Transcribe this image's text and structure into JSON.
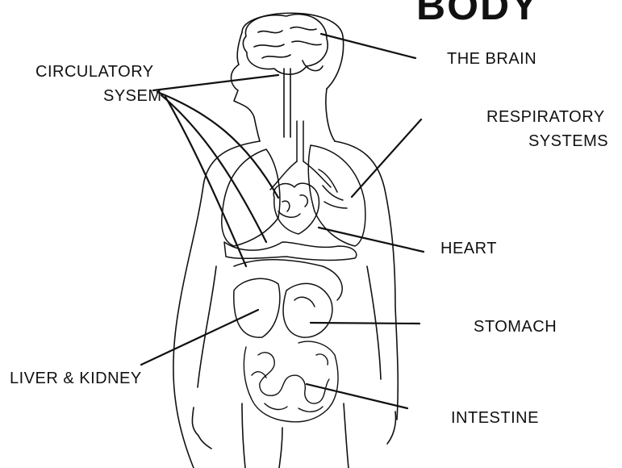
{
  "title": "BODY",
  "labels": {
    "circulatory_line1": "CIRCULATORY",
    "circulatory_line2": "SYSEM",
    "brain": "THE BRAIN",
    "respiratory_line1": "RESPIRATORY",
    "respiratory_line2": "SYSTEMS",
    "heart": "HEART",
    "stomach": "STOMACH",
    "liver_kidney": "LIVER & KIDNEY",
    "intestine": "INTESTINE"
  },
  "colors": {
    "ink": "#111111",
    "paper": "#ffffff"
  }
}
